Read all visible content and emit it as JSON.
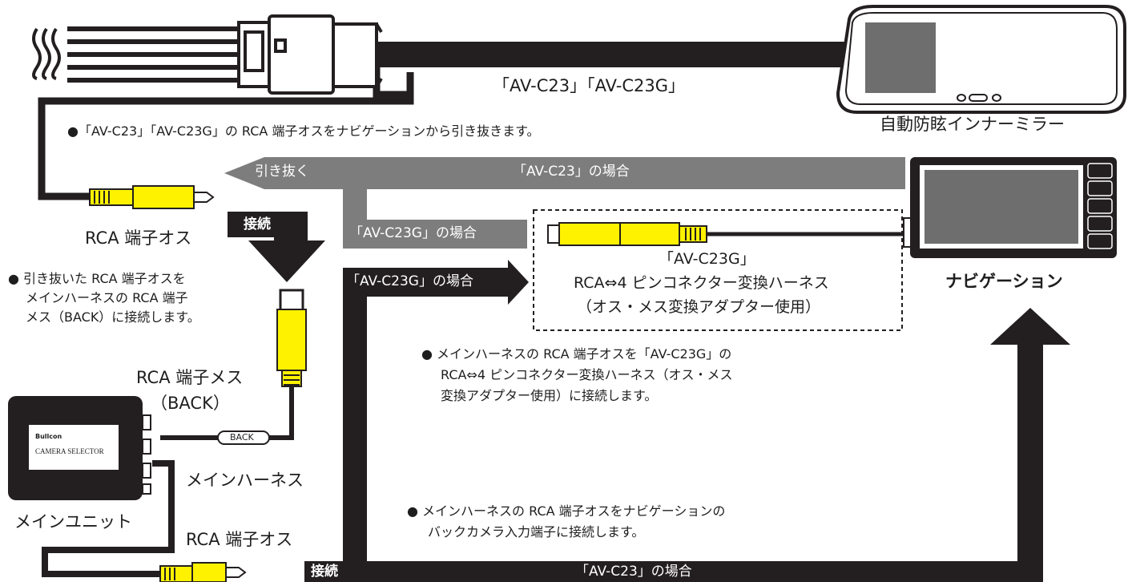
{
  "labels": {
    "cable_name": "「AV-C23」「AV-C23G」",
    "mirror_name": "自動防眩インナーミラー",
    "rca_male_top": "RCA 端子オス",
    "rca_female": "RCA 端子メス",
    "back_paren": "（BACK）",
    "back_tag": "BACK",
    "main_harness": "メインハーネス",
    "main_unit": "メインユニット",
    "rca_male_bottom": "RCA 端子オス",
    "navigation": "ナビゲーション",
    "unit_brand": "Bullcon",
    "unit_model": "CAMERA SELECTOR"
  },
  "arrows": {
    "pull_out": "引き抜く",
    "case_c23_top": "「AV-C23」の場合",
    "case_c23g_gray": "「AV-C23G」の場合",
    "connect_top": "接続",
    "case_c23g_black": "「AV-C23G」の場合",
    "connect_bottom": "接続",
    "case_c23_bottom": "「AV-C23」の場合"
  },
  "harness_box": {
    "line1": "「AV-C23G」",
    "line2": "RCA⇔4 ピンコネクター変換ハーネス",
    "line3": "（オス・メス変換アダプター使用）"
  },
  "notes": {
    "note1": "●「AV-C23」「AV-C23G」の RCA 端子オスをナビゲーションから引き抜きます。",
    "note2_l1": "● 引き抜いた RCA 端子オスを",
    "note2_l2": "メインハーネスの RCA 端子",
    "note2_l3": "メス（BACK）に接続します。",
    "note3_l1": "● メインハーネスの RCA 端子オスを「AV-C23G」の",
    "note3_l2": "RCA⇔4 ピンコネクター変換ハーネス（オス・メス",
    "note3_l3": "変換アダプター使用）に接続します。",
    "note4_l1": "● メインハーネスの RCA 端子オスをナビゲーションの",
    "note4_l2": "バックカメラ入力端子に接続します。"
  },
  "colors": {
    "cable": "#231f20",
    "gray_arrow": "#7d7d7d",
    "connector_yellow": "#fff200"
  }
}
